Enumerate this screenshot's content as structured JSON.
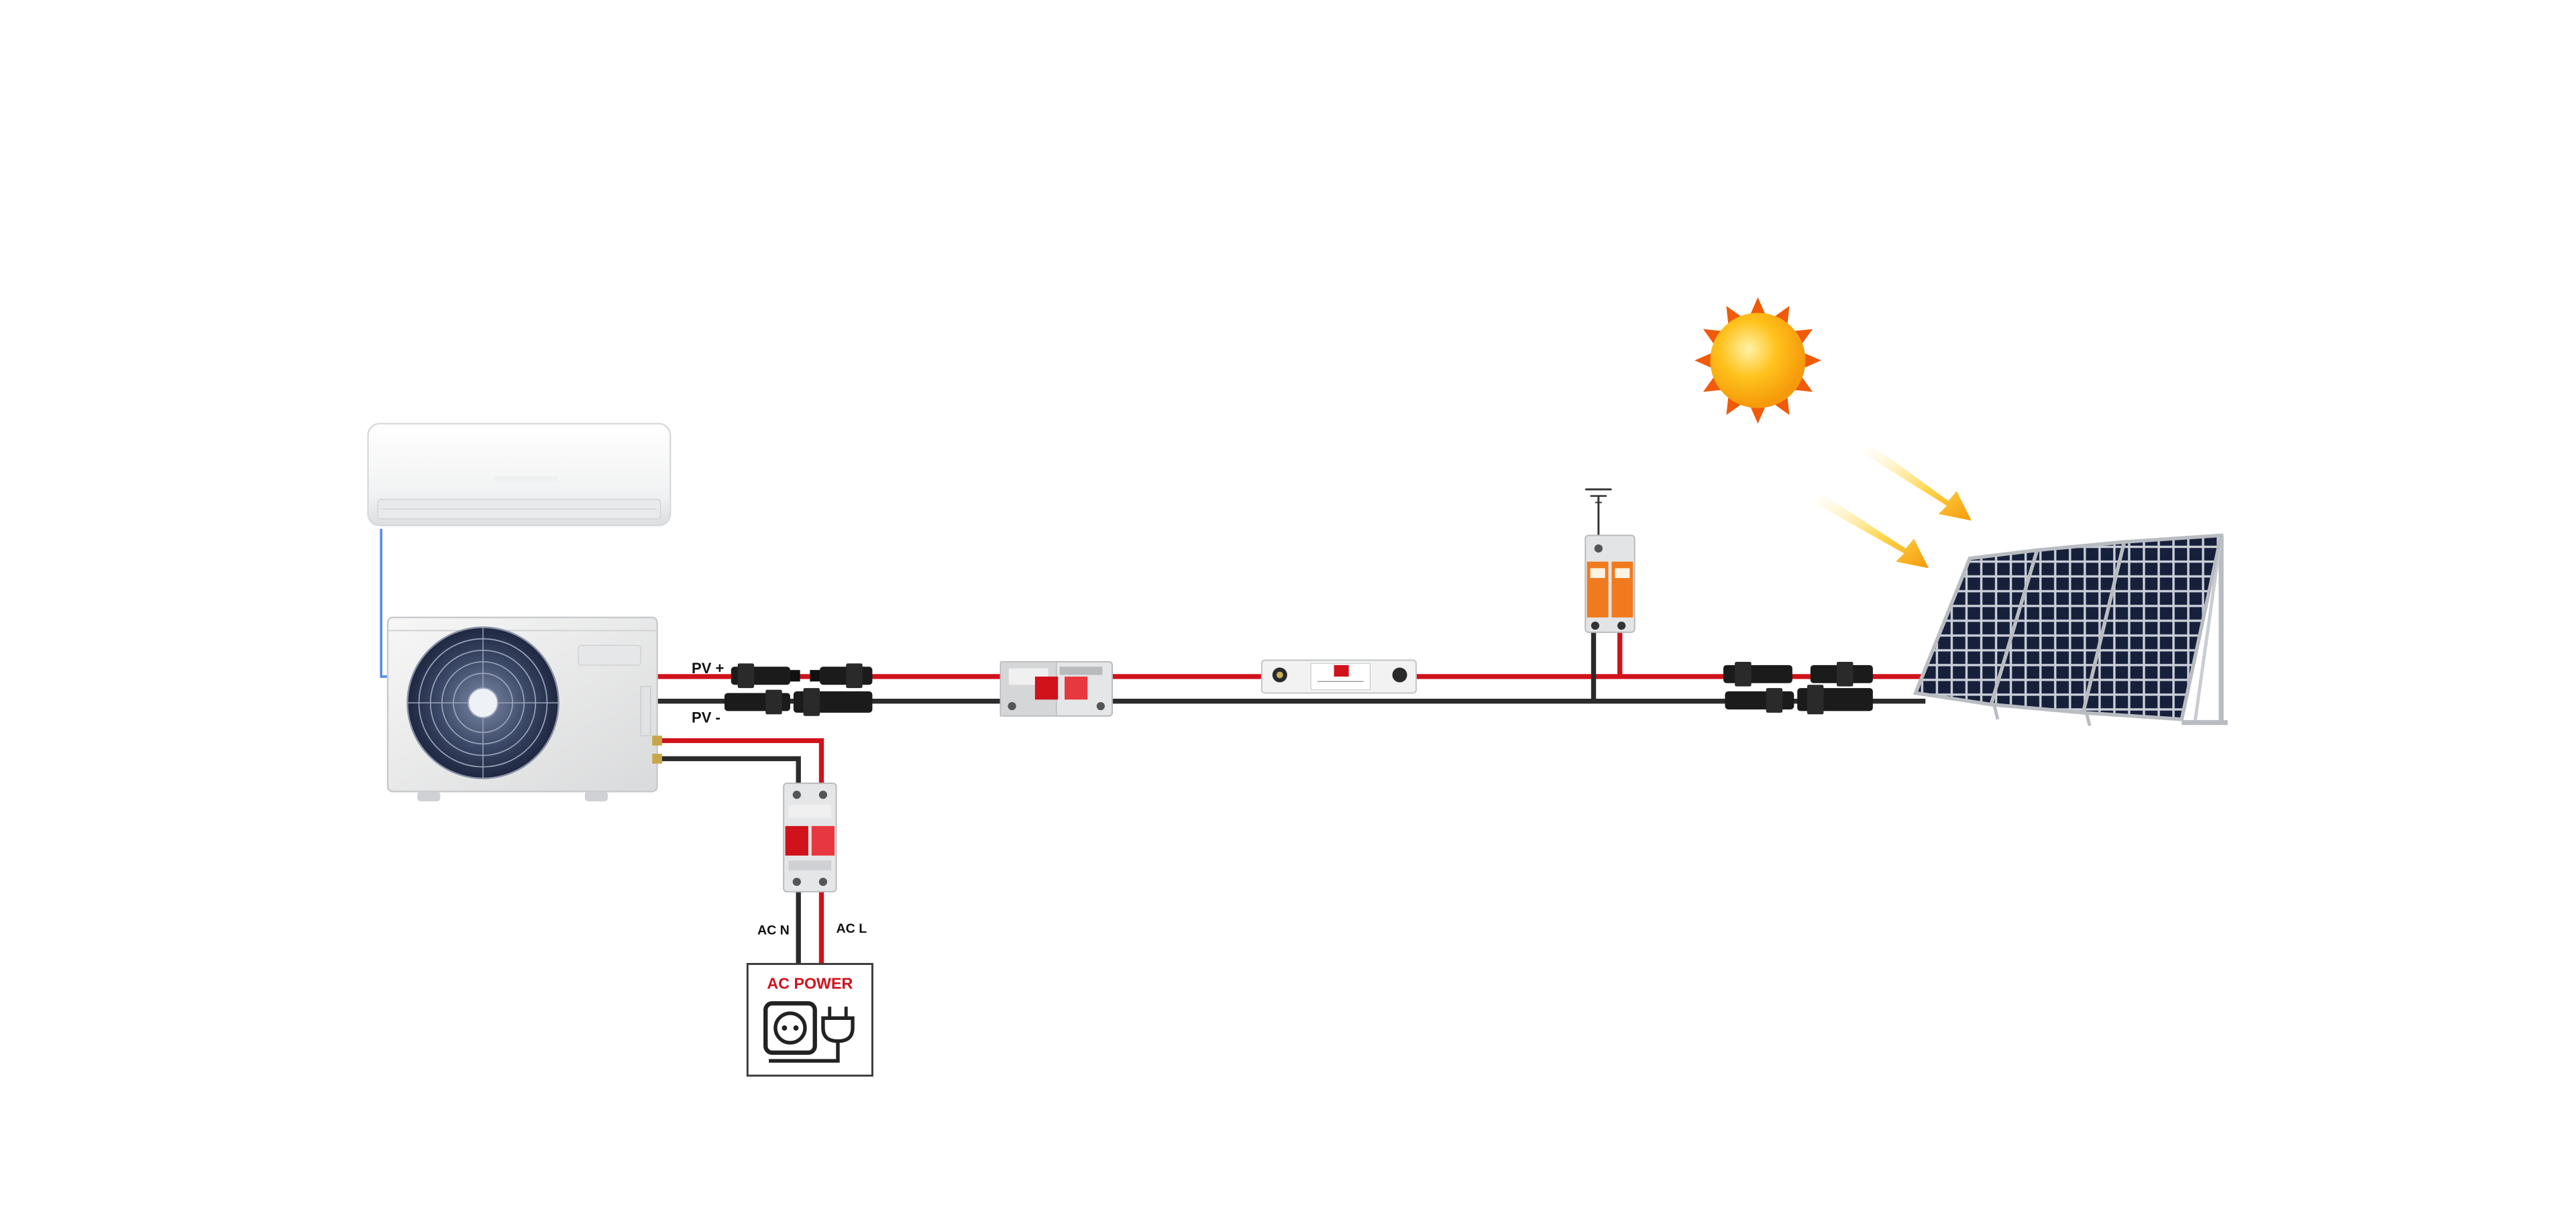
{
  "labels": {
    "pv_positive": "PV +",
    "pv_negative": "PV -",
    "ac_neutral": "AC N",
    "ac_live": "AC L",
    "ac_power": "AC POWER"
  },
  "colors": {
    "positive_wire": "#d0121b",
    "negative_wire": "#2b2b2b",
    "refrigerant_line": "#5a8de8",
    "breaker_red": "#e8383f",
    "spd_orange": "#f07a1d",
    "sun_core": "#ffc21c",
    "sun_rays": "#f05a0a",
    "solar_cell": "#17203a"
  },
  "icons": [
    "air-conditioner-indoor-unit",
    "air-conditioner-outdoor-unit",
    "mc4-connector",
    "dc-circuit-breaker",
    "dc-fuse-holder",
    "surge-protection-device",
    "ground-symbol",
    "solar-panel-array",
    "sun-icon",
    "sunlight-rays",
    "ac-breaker",
    "power-socket-plug-icon"
  ]
}
